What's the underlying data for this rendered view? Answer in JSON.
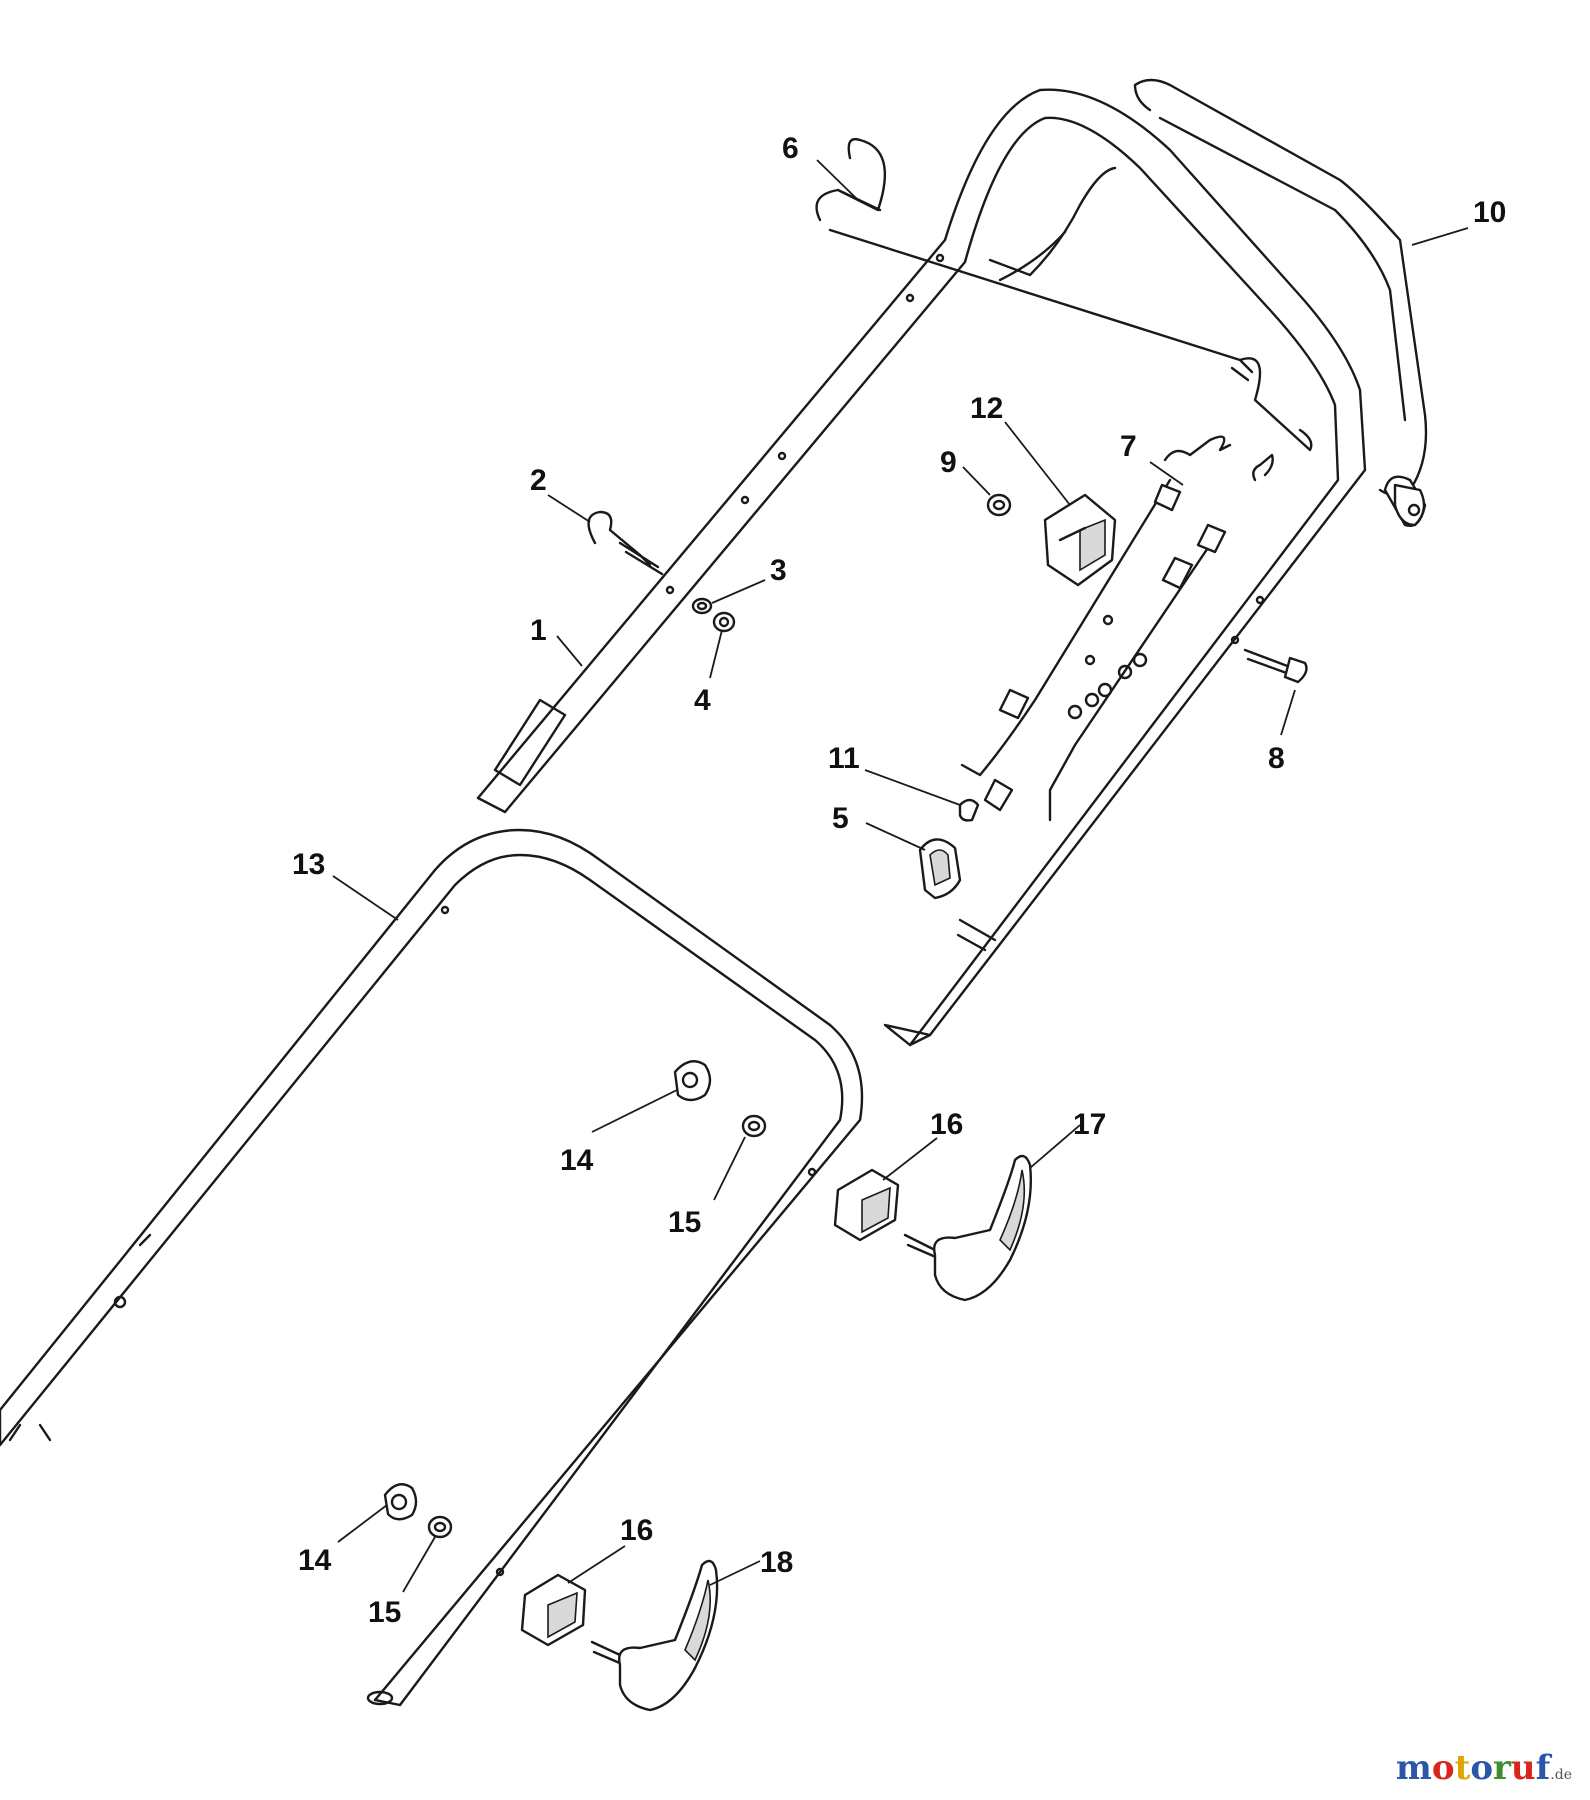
{
  "callouts": [
    {
      "n": "1"
    },
    {
      "n": "2"
    },
    {
      "n": "3"
    },
    {
      "n": "4"
    },
    {
      "n": "5"
    },
    {
      "n": "6"
    },
    {
      "n": "7"
    },
    {
      "n": "8"
    },
    {
      "n": "9"
    },
    {
      "n": "10"
    },
    {
      "n": "11"
    },
    {
      "n": "12"
    },
    {
      "n": "13"
    },
    {
      "n": "14"
    },
    {
      "n": "14"
    },
    {
      "n": "15"
    },
    {
      "n": "15"
    },
    {
      "n": "16"
    },
    {
      "n": "16"
    },
    {
      "n": "17"
    },
    {
      "n": "18"
    }
  ],
  "brand": {
    "letters": [
      "m",
      "o",
      "t",
      "o",
      "r",
      "u",
      "f"
    ],
    "colors": [
      "#2a57a8",
      "#d8261c",
      "#e0a400",
      "#2a57a8",
      "#3b8f2e",
      "#d8261c",
      "#2a57a8"
    ],
    "tld": ".de"
  }
}
